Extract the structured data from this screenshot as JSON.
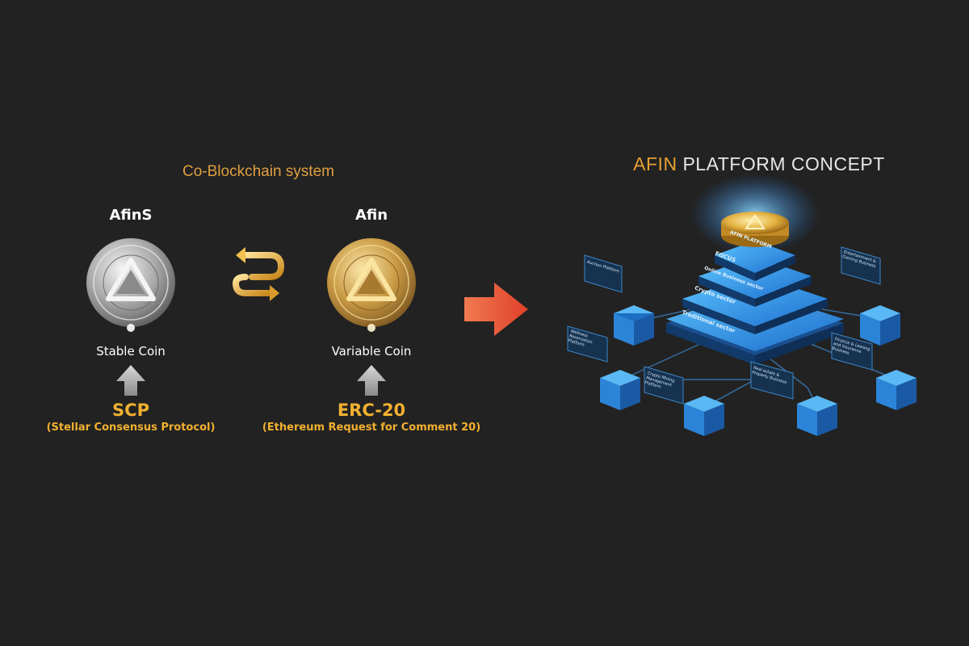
{
  "left": {
    "title": "Co-Blockchain system",
    "stable": {
      "name": "AfinS",
      "label": "Stable Coin",
      "protocol": "SCP",
      "protocol_full": "(Stellar Consensus Protocol)"
    },
    "variable": {
      "name": "Afin",
      "label": "Variable Coin",
      "protocol": "ERC-20",
      "protocol_full": "(Ethereum Request for Comment 20)"
    }
  },
  "right": {
    "title_part1": "AFIN",
    "title_part2": " PLATFORM CONCEPT",
    "layers": [
      "AFIN PLATFORM",
      "FOCUS",
      "Online Business sector",
      "Crypto sector",
      "Traditional sector"
    ],
    "nodes": [
      "Auction Platform",
      "Entertainment & Gaming Business",
      "Wellness Reservation Platform",
      "Finance & Leasing and Insurance Business",
      "Crypto Mining Management Platform",
      "Real estate & Property Business"
    ]
  },
  "colors": {
    "background": "#222222",
    "gold": "#f2b030",
    "arrow_red": "#e85030",
    "platform_blue": "#2a8fe0"
  }
}
